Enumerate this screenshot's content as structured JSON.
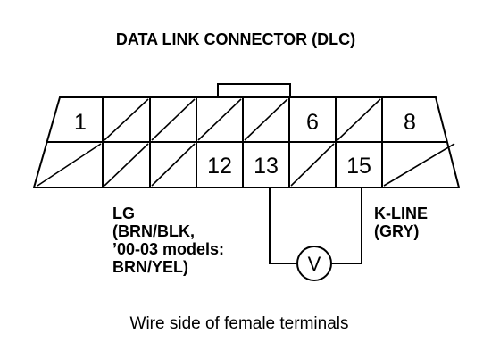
{
  "title": "DATA LINK CONNECTOR (DLC)",
  "connector": {
    "top_row": [
      {
        "pin": "1",
        "label": "1"
      },
      {
        "pin": "2",
        "label": ""
      },
      {
        "pin": "3",
        "label": ""
      },
      {
        "pin": "4",
        "label": ""
      },
      {
        "pin": "5",
        "label": ""
      },
      {
        "pin": "6",
        "label": "6"
      },
      {
        "pin": "7",
        "label": ""
      },
      {
        "pin": "8",
        "label": "8"
      }
    ],
    "bottom_row": [
      {
        "pin": "9",
        "label": ""
      },
      {
        "pin": "10",
        "label": ""
      },
      {
        "pin": "11",
        "label": ""
      },
      {
        "pin": "12",
        "label": "12"
      },
      {
        "pin": "13",
        "label": "13"
      },
      {
        "pin": "14",
        "label": ""
      },
      {
        "pin": "15",
        "label": "15"
      },
      {
        "pin": "16",
        "label": ""
      }
    ]
  },
  "meter_symbol": "V",
  "lg_label": [
    "LG",
    "(BRN/BLK,",
    "’00-03 models:",
    "BRN/YEL)"
  ],
  "kline_label": [
    "K-LINE",
    "(GRY)"
  ],
  "caption": "Wire side of female terminals",
  "colors": {
    "line": "#000000",
    "background": "#ffffff"
  }
}
